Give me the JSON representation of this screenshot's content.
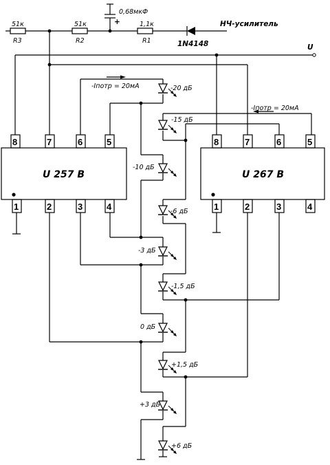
{
  "components": {
    "r3": {
      "name": "R3",
      "value": "51к"
    },
    "r2": {
      "name": "R2",
      "value": "51к"
    },
    "r1": {
      "name": "R1",
      "value": "1,1к"
    },
    "c1": {
      "value": "0,68мкФ",
      "polarity": "+"
    },
    "d1": {
      "name": "1N4148"
    }
  },
  "labels": {
    "input": "НЧ-усилитель",
    "supply": "U",
    "current_left": "-Iпотр = 20мА",
    "current_right": "-Iпотр = 20мА"
  },
  "chips": [
    {
      "name": "U 257 B",
      "top_pins": [
        "8",
        "7",
        "6",
        "5"
      ],
      "bottom_pins": [
        "1",
        "2",
        "3",
        "4"
      ]
    },
    {
      "name": "U 267 B",
      "top_pins": [
        "8",
        "7",
        "6",
        "5"
      ],
      "bottom_pins": [
        "1",
        "2",
        "3",
        "4"
      ]
    }
  ],
  "leds": [
    {
      "label": "-20 дБ"
    },
    {
      "label": "-15 дБ"
    },
    {
      "label": "-10 дБ"
    },
    {
      "label": "-6 дБ"
    },
    {
      "label": "-3 дБ"
    },
    {
      "label": "-1,5 дБ"
    },
    {
      "label": "0 дБ"
    },
    {
      "label": "+1,5 дБ"
    },
    {
      "label": "+3 дБ"
    },
    {
      "label": "+6 дБ"
    }
  ]
}
